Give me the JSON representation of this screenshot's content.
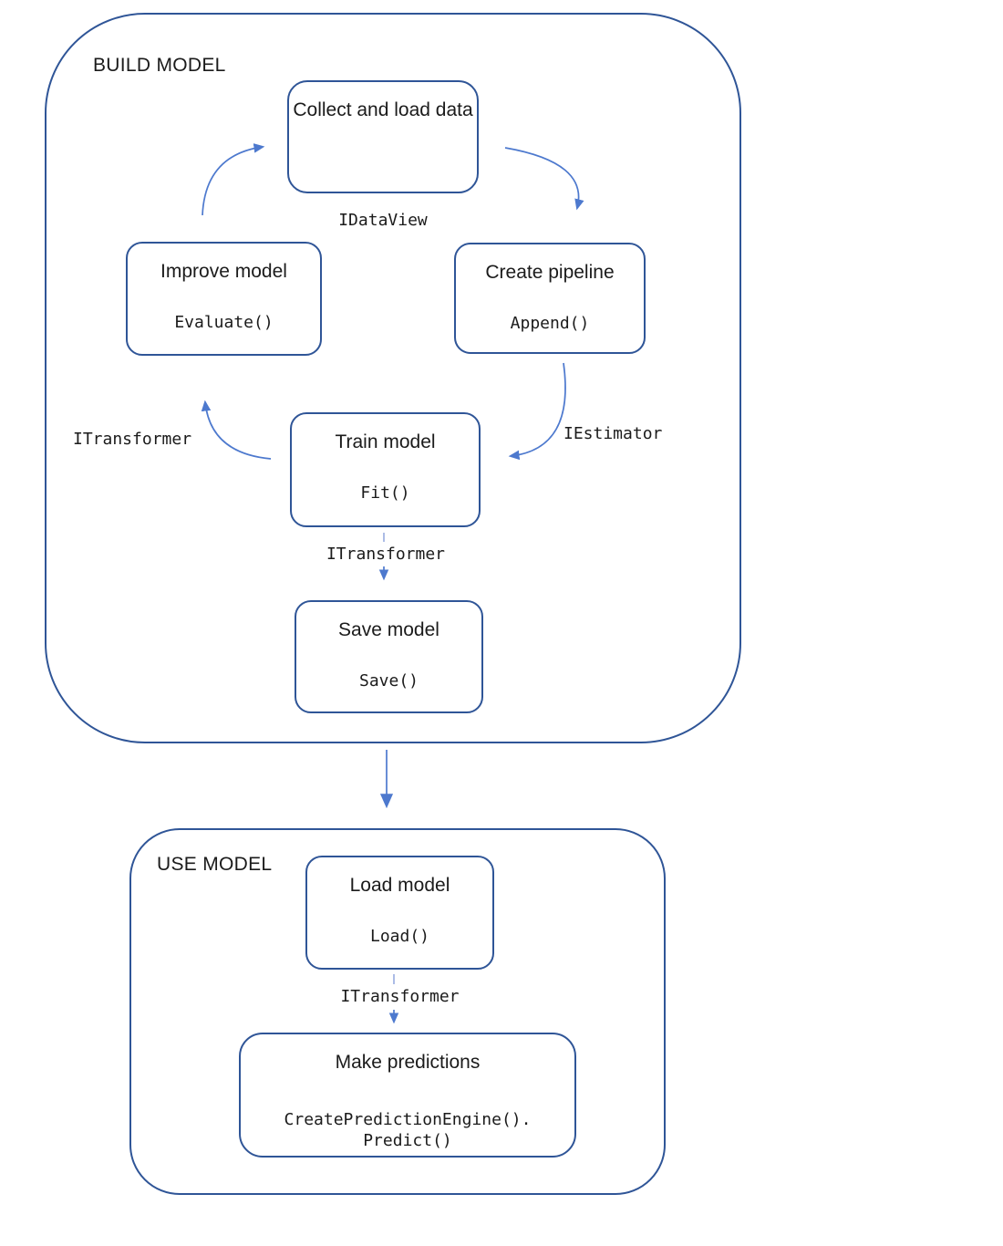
{
  "colors": {
    "container_border": "#2f5597",
    "box_border": "#2f5597",
    "arrow": "#4d79ce",
    "dash": "#98acdf",
    "text": "#1b1b1b"
  },
  "build": {
    "label": "BUILD MODEL",
    "boxes": {
      "collect": {
        "title": "Collect and load data"
      },
      "improve": {
        "title": "Improve model",
        "code": "Evaluate()"
      },
      "pipeline": {
        "title": "Create pipeline",
        "code": "Append()"
      },
      "train": {
        "title": "Train model",
        "code": "Fit()"
      },
      "save": {
        "title": "Save model",
        "code": "Save()"
      }
    },
    "labels": {
      "idataview": "IDataView",
      "iestimator": "IEstimator",
      "itransformer_left": "ITransformer",
      "itransformer_train": "ITransformer"
    }
  },
  "use": {
    "label": "USE MODEL",
    "boxes": {
      "load": {
        "title": "Load model",
        "code": "Load()"
      },
      "predict": {
        "title": "Make predictions",
        "code_line1": "CreatePredictionEngine().",
        "code_line2": "Predict()"
      }
    },
    "labels": {
      "itransformer": "ITransformer"
    }
  }
}
